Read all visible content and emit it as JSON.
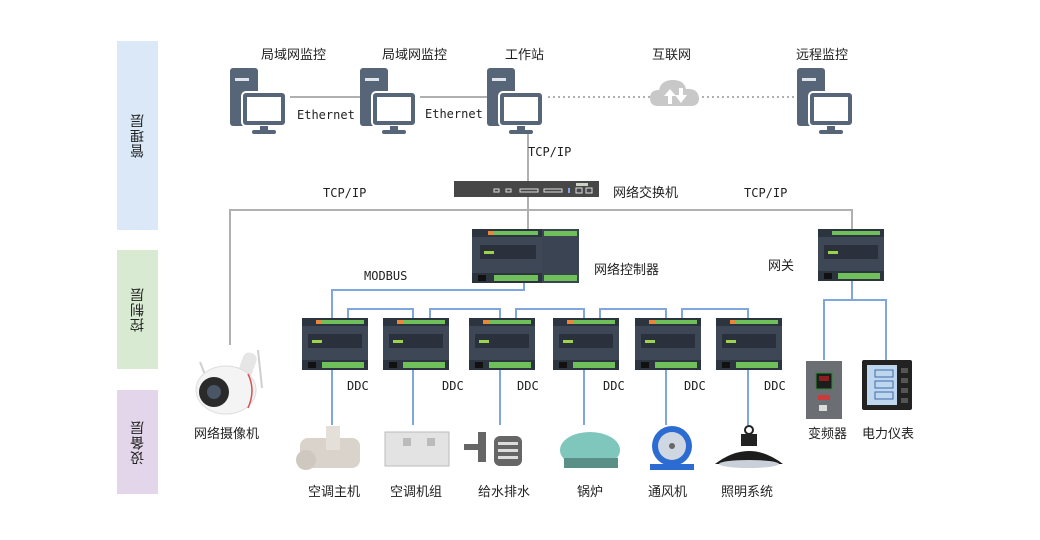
{
  "layers": [
    {
      "name": "管理层",
      "color": "#dae8f8"
    },
    {
      "name": "控制层",
      "color": "#d9ead3"
    },
    {
      "name": "设备层",
      "color": "#e4d6ea"
    }
  ],
  "management": {
    "nodes": [
      {
        "label": "局域网监控",
        "icon": "workstation-icon"
      },
      {
        "label": "局域网监控",
        "icon": "workstation-icon"
      },
      {
        "label": "工作站",
        "icon": "workstation-icon"
      },
      {
        "label": "互联网",
        "icon": "cloud-icon"
      },
      {
        "label": "远程监控",
        "icon": "workstation-icon"
      }
    ],
    "links": [
      "Ethernet",
      "Ethernet"
    ]
  },
  "network": {
    "switch_label": "网络交换机",
    "tcp_top": "TCP/IP",
    "tcp_left": "TCP/IP",
    "tcp_right": "TCP/IP"
  },
  "control": {
    "controller_label": "网络控制器",
    "gateway_label": "网关",
    "bus_label": "MODBUS",
    "ddc_label": "DDC",
    "ddc_count": 6
  },
  "devices": {
    "camera_label": "网络摄像机",
    "equipment": [
      "空调主机",
      "空调机组",
      "给水排水",
      "锅炉",
      "通风机",
      "照明系统"
    ],
    "gateway_devices": [
      "变频器",
      "电力仪表"
    ]
  },
  "colors": {
    "ethernet_line": "#b0b0b0",
    "modbus_line": "#7fa7de",
    "icon_slate": "#566577",
    "cloud": "#c8c8c8"
  }
}
